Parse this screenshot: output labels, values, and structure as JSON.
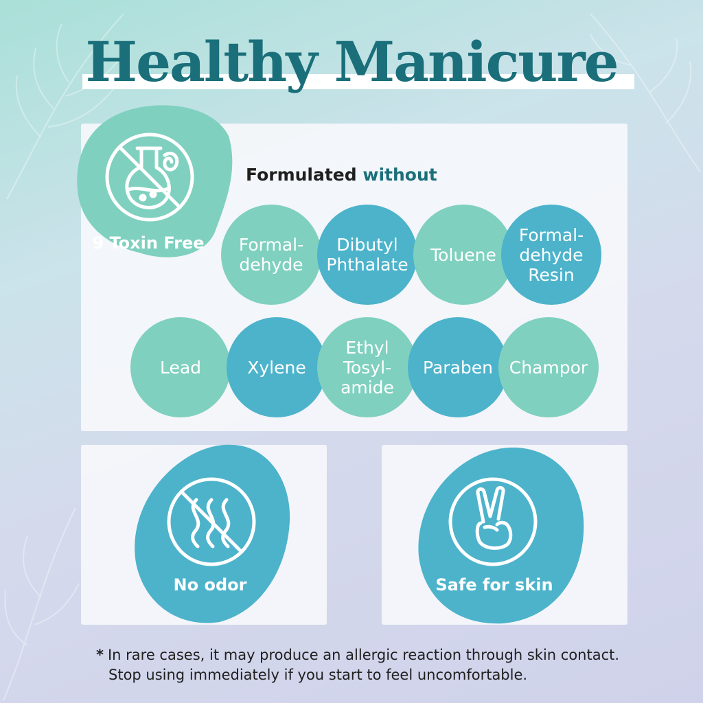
{
  "title": "Healthy Manicure",
  "colors": {
    "title": "#1a6f7a",
    "mint": "#7fd0bf",
    "blue": "#4cb3cb",
    "panel": "#f6f7fb"
  },
  "toxin_badge": {
    "label": "9 Toxin Free",
    "icon": "no-chemicals-flask-icon"
  },
  "formulated": {
    "prefix": "Formulated",
    "accent": "without"
  },
  "ingredients": [
    {
      "text": "Formal-\ndehyde",
      "color": "mint"
    },
    {
      "text": "Dibutyl\nPhthalate",
      "color": "blue"
    },
    {
      "text": "Toluene",
      "color": "mint"
    },
    {
      "text": "Formal-\ndehyde\nResin",
      "color": "blue"
    },
    {
      "text": "Lead",
      "color": "mint"
    },
    {
      "text": "Xylene",
      "color": "blue"
    },
    {
      "text": "Ethyl\nTosyl-\namide",
      "color": "mint"
    },
    {
      "text": "Paraben",
      "color": "blue"
    },
    {
      "text": "Champor",
      "color": "mint"
    }
  ],
  "odor_badge": {
    "label": "No odor",
    "icon": "no-odor-icon"
  },
  "skin_badge": {
    "label": "Safe for skin",
    "icon": "victory-hand-icon"
  },
  "footnote": {
    "star": "*",
    "line1": "In rare cases, it may produce an allergic reaction through skin contact.",
    "line2": "Stop using immediately if you start to feel uncomfortable."
  }
}
